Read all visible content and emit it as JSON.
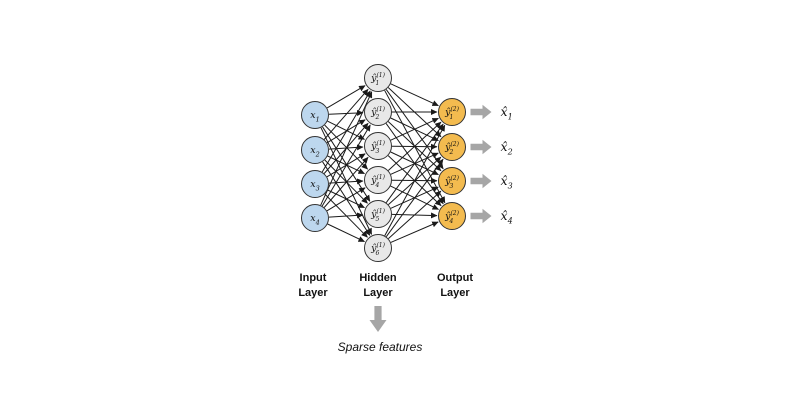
{
  "diagram": {
    "colors": {
      "input_fill": "#bdd7ee",
      "hidden_fill": "#e8e8e8",
      "output_fill": "#f3bb4f",
      "node_stroke": "#333333",
      "edge": "#1a1a1a",
      "big_arrow": "#a6a6a6"
    },
    "input_layer": {
      "label_lines": [
        "Input",
        "Layer"
      ],
      "nodes": [
        {
          "base": "x",
          "sub": "1"
        },
        {
          "base": "x",
          "sub": "2"
        },
        {
          "base": "x",
          "sub": "3"
        },
        {
          "base": "x",
          "sub": "4"
        }
      ]
    },
    "hidden_layer": {
      "label_lines": [
        "Hidden",
        "Layer"
      ],
      "nodes": [
        {
          "base": "ŷ",
          "sup": "(1)",
          "sub": "1"
        },
        {
          "base": "ŷ",
          "sup": "(1)",
          "sub": "2"
        },
        {
          "base": "ŷ",
          "sup": "(1)",
          "sub": "3"
        },
        {
          "base": "ŷ",
          "sup": "(1)",
          "sub": "4"
        },
        {
          "base": "ŷ",
          "sup": "(1)",
          "sub": "5"
        },
        {
          "base": "ŷ",
          "sup": "(1)",
          "sub": "6"
        }
      ]
    },
    "output_layer": {
      "label_lines": [
        "Output",
        "Layer"
      ],
      "nodes": [
        {
          "base": "ŷ",
          "sup": "(2)",
          "sub": "1"
        },
        {
          "base": "ŷ",
          "sup": "(2)",
          "sub": "2"
        },
        {
          "base": "ŷ",
          "sup": "(2)",
          "sub": "3"
        },
        {
          "base": "ŷ",
          "sup": "(2)",
          "sub": "4"
        }
      ]
    },
    "reconstructions": [
      {
        "base": "x̂",
        "sub": "1"
      },
      {
        "base": "x̂",
        "sub": "2"
      },
      {
        "base": "x̂",
        "sub": "3"
      },
      {
        "base": "x̂",
        "sub": "4"
      }
    ],
    "sparse_features_label": "Sparse features"
  }
}
